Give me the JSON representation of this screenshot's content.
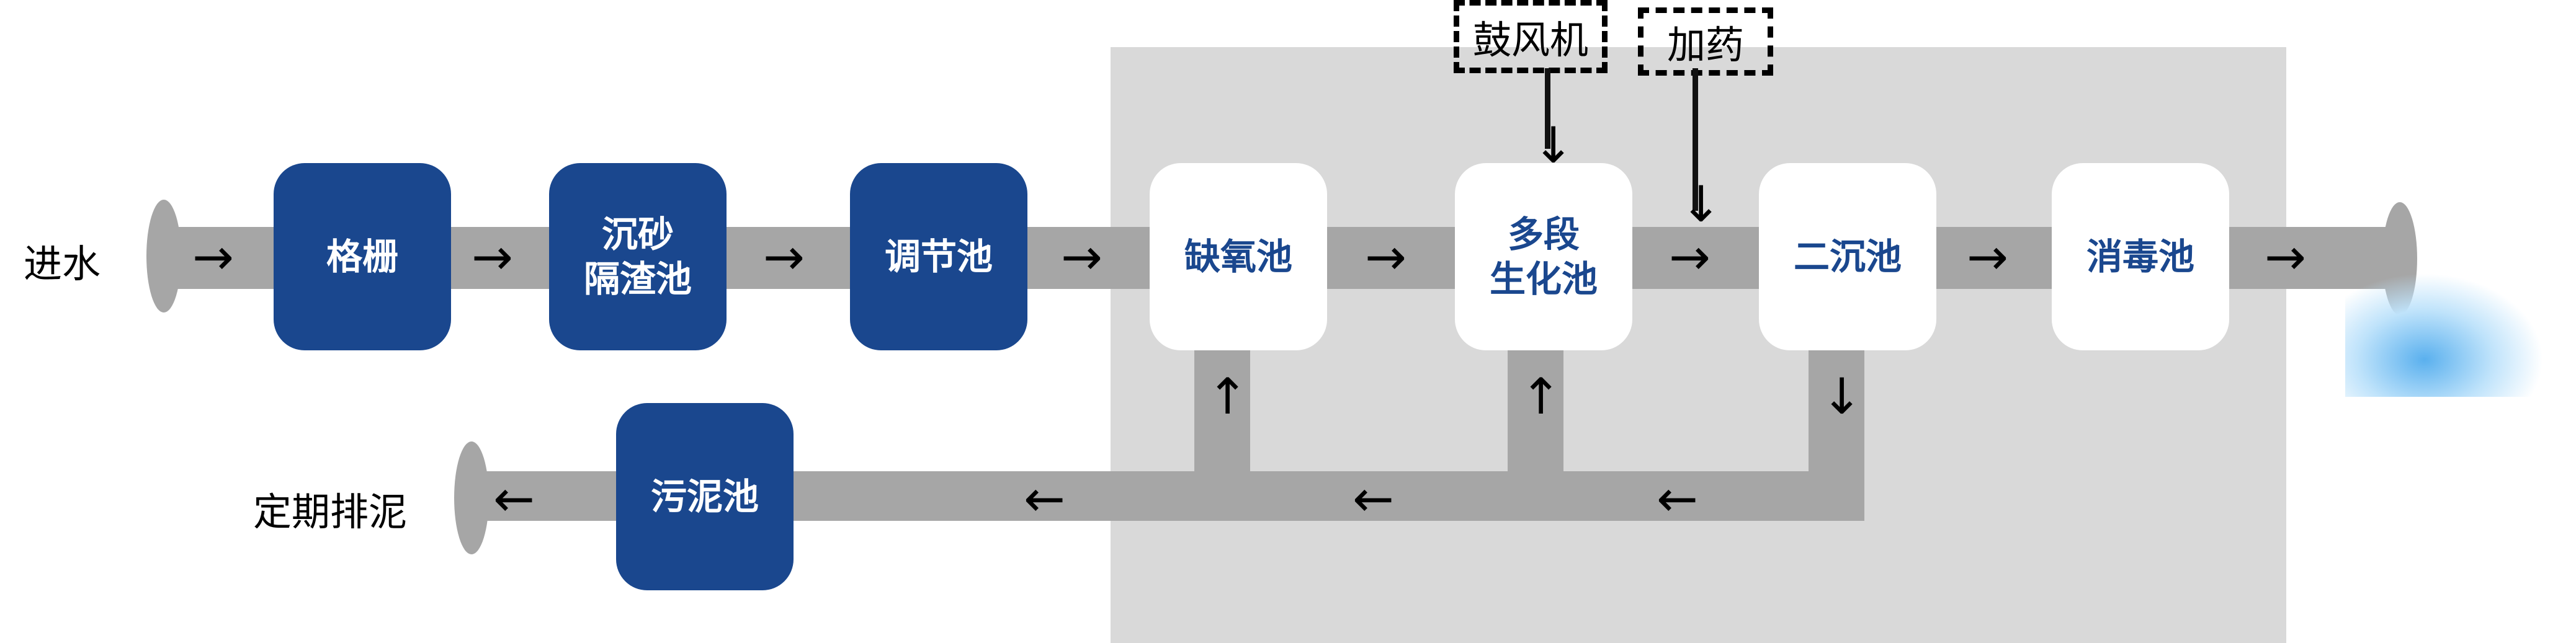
{
  "labels": {
    "inlet": "进水",
    "sludge_out": "定期排泥",
    "blower": "鼓风机",
    "dosing": "加药"
  },
  "units": {
    "screen": "格栅",
    "grit": "沉砂\n隔渣池",
    "equal": "调节池",
    "anoxic": "缺氧池",
    "bio": "多段\n生化池",
    "clarifier": "二沉池",
    "disinfect": "消毒池",
    "sludge": "污泥池"
  },
  "arrows": {
    "right": "→",
    "left": "←",
    "up": "↑",
    "down": "↓"
  }
}
